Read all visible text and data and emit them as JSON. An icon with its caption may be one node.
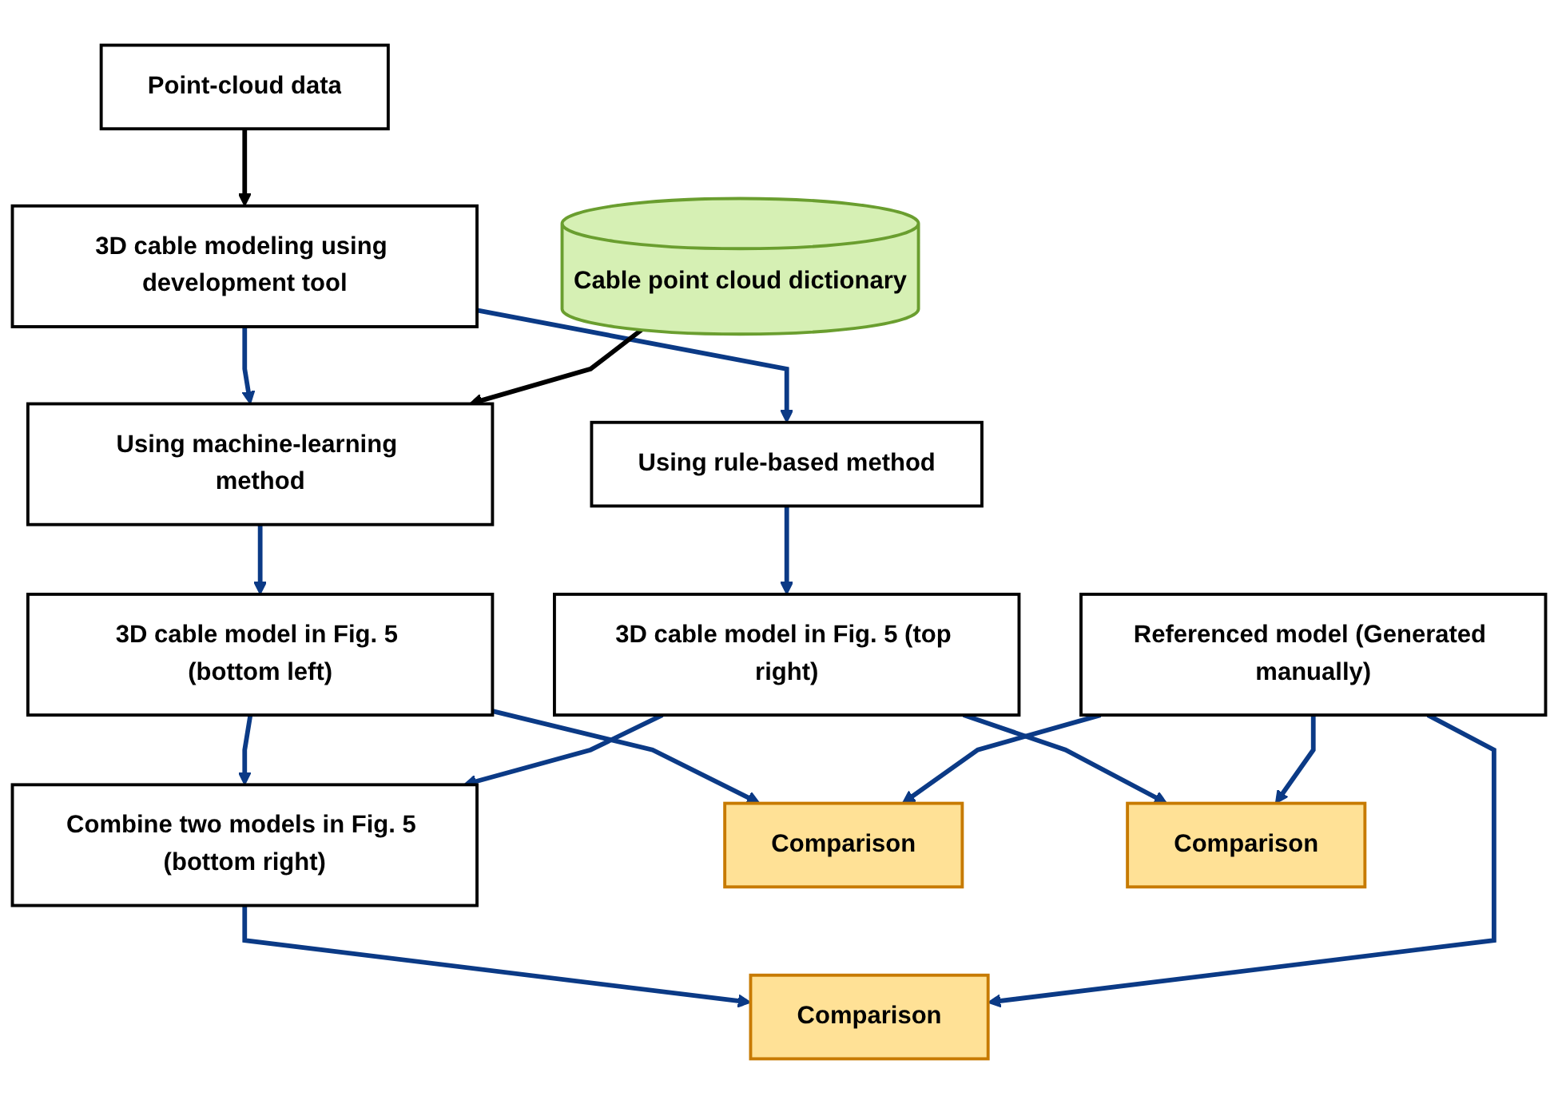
{
  "diagram": {
    "nodes": [
      {
        "text": [
          "Point-cloud data"
        ]
      },
      {
        "text": [
          "Using machine-learning method"
        ]
      },
      {
        "text": [
          "3D cable modeling using development tool"
        ]
      },
      {
        "text": [
          "Using rule-based method"
        ]
      },
      {
        "text": [
          "Cable point cloud dictionary"
        ]
      },
      {
        "text": [
          "3D cable model in Fig. 5 (bottom left)"
        ]
      },
      {
        "text": [
          "Combine two models in Fig. 5 (bottom right)"
        ]
      },
      {
        "text": [
          "3D cable model in Fig. 5 (top right)"
        ]
      },
      {
        "text": [
          "Referenced model (Generated manually)"
        ]
      },
      {
        "text": [
          "Comparison"
        ]
      },
      {
        "text": [
          "Comparison"
        ]
      },
      {
        "text": [
          "Comparison"
        ]
      }
    ],
    "edges": [
      {
        "from": 0,
        "to": 2,
        "arrow": "to",
        "color": "#000000"
      },
      {
        "from": 2,
        "to": 1,
        "arrow": "to"
      },
      {
        "from": 2,
        "to": 3,
        "arrow": "to"
      },
      {
        "from": 4,
        "to": 1,
        "arrow": "to",
        "color": "#000000"
      },
      {
        "from": 1,
        "to": 5,
        "arrow": "to"
      },
      {
        "from": 3,
        "to": 7,
        "arrow": "to"
      },
      {
        "from": 5,
        "to": 6,
        "arrow": "to"
      },
      {
        "from": 7,
        "to": 6,
        "arrow": "to"
      },
      {
        "from": 5,
        "to": 9,
        "arrow": "to"
      },
      {
        "from": 6,
        "to": 10,
        "arrow": "to"
      },
      {
        "from": 7,
        "to": 11,
        "arrow": "to"
      },
      {
        "from": 8,
        "to": 9,
        "arrow": "to"
      },
      {
        "from": 8,
        "to": 10,
        "arrow": "to"
      },
      {
        "from": 8,
        "to": 11,
        "arrow": "to"
      }
    ]
  }
}
